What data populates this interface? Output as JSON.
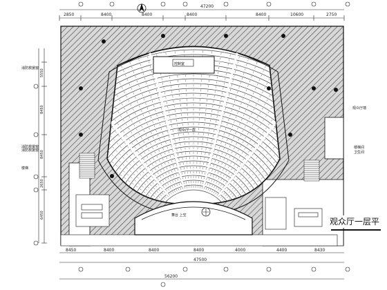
{
  "drawing": {
    "title": "观众厅一层平",
    "top_dimensions": [
      "2850",
      "8400",
      "8400",
      "8400",
      "8400",
      "10600",
      "2750"
    ],
    "top_total": "47200",
    "bottom_dimensions": [
      "8450",
      "8400",
      "8400",
      "8400",
      "4000",
      "4400",
      "8430"
    ],
    "bottom_total": "47500",
    "bottom_overall": "56200",
    "left_dimensions": [
      "5550",
      "8450",
      "8450",
      "2650",
      "6450"
    ],
    "stage_label": "舞台 上空",
    "room_labels": [
      "控制室",
      "观众厅一层"
    ],
    "callouts": {
      "left": [
        "消防救援窗",
        "消防救援窗",
        "消防救援窗",
        "楼梯"
      ],
      "right": [
        "观众厅墙",
        "楼梯间",
        "卫生间"
      ]
    }
  },
  "colors": {
    "ink": "#111111",
    "hatch": "#777777",
    "paper": "#ffffff"
  }
}
